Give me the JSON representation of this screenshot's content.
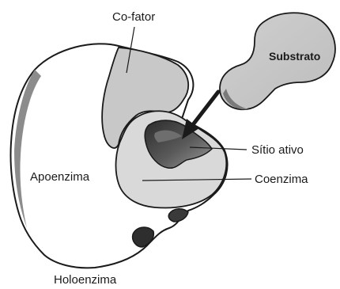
{
  "diagram": {
    "labels": {
      "cofator": "Co-fator",
      "substrato": "Substrato",
      "sitio_ativo": "Sítio ativo",
      "apoenzima": "Apoenzima",
      "coenzima": "Coenzima",
      "holoenzima": "Holoenzima"
    }
  }
}
